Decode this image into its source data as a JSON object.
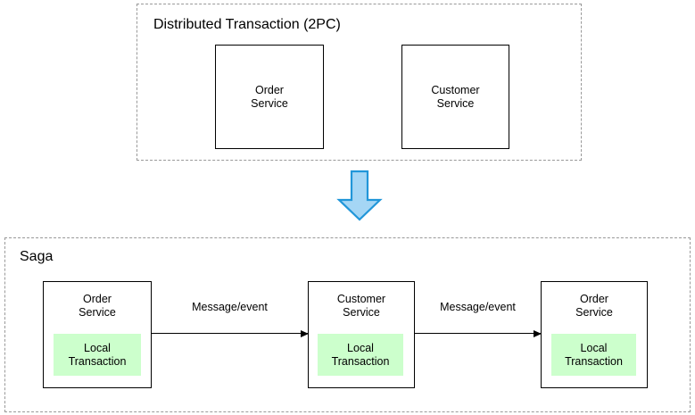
{
  "diagram": {
    "title_hidden": "",
    "colors": {
      "group_border": "#999999",
      "box_border": "#000000",
      "local_transaction_fill": "#ccffcc",
      "big_arrow_fill": "#a5d6f5",
      "big_arrow_stroke": "#2196d9",
      "background": "#ffffff",
      "text": "#000000"
    },
    "groups": [
      {
        "id": "distributed-transaction",
        "label": "Distributed Transaction (2PC)",
        "services": [
          {
            "id": "order-service-2pc",
            "name": "Order\nService"
          },
          {
            "id": "customer-service-2pc",
            "name": "Customer\nService"
          }
        ]
      },
      {
        "id": "saga",
        "label": "Saga",
        "services": [
          {
            "id": "order-service-saga-1",
            "name": "Order\nService",
            "local_transaction": "Local\nTransaction"
          },
          {
            "id": "customer-service-saga",
            "name": "Customer\nService",
            "local_transaction": "Local\nTransaction"
          },
          {
            "id": "order-service-saga-2",
            "name": "Order\nService",
            "local_transaction": "Local\nTransaction"
          }
        ],
        "connectors": [
          {
            "id": "connector-1",
            "label": "Message/event"
          },
          {
            "id": "connector-2",
            "label": "Message/event"
          }
        ]
      }
    ],
    "transition_arrow": {
      "id": "down-arrow",
      "direction": "down",
      "label": ""
    }
  }
}
